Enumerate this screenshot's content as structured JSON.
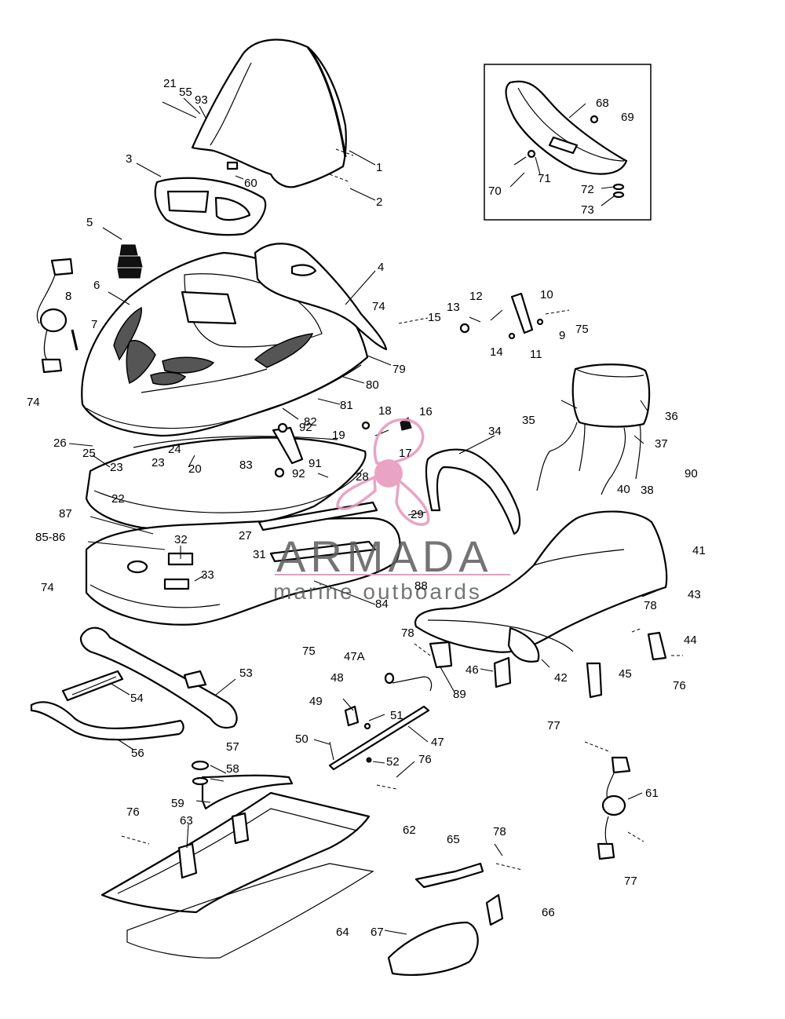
{
  "watermark": {
    "brand": "ARMADA",
    "tagline": "marine outboards",
    "accent_color": "#e79bbf",
    "text_color": "#5c5c5c",
    "icon": "propeller-logo-icon"
  },
  "labels": [
    "1",
    "2",
    "3",
    "4",
    "5",
    "6",
    "7",
    "8",
    "9",
    "10",
    "11",
    "12",
    "13",
    "14",
    "15",
    "16",
    "17",
    "18",
    "19",
    "20",
    "21",
    "22",
    "23",
    "23",
    "24",
    "25",
    "26",
    "27",
    "28",
    "29",
    "31",
    "32",
    "33",
    "34",
    "35",
    "36",
    "37",
    "38",
    "40",
    "41",
    "42",
    "43",
    "44",
    "45",
    "46",
    "47",
    "47A",
    "48",
    "49",
    "50",
    "51",
    "52",
    "53",
    "54",
    "55",
    "56",
    "57",
    "58",
    "59",
    "60",
    "61",
    "62",
    "63",
    "64",
    "65",
    "66",
    "67",
    "68",
    "69",
    "70",
    "71",
    "72",
    "73",
    "74",
    "74",
    "74",
    "74",
    "75",
    "75",
    "76",
    "76",
    "76",
    "77",
    "77",
    "78",
    "78",
    "78",
    "79",
    "80",
    "81",
    "82",
    "83",
    "84",
    "85-86",
    "87",
    "88",
    "89",
    "90",
    "91",
    "92",
    "92",
    "93"
  ]
}
